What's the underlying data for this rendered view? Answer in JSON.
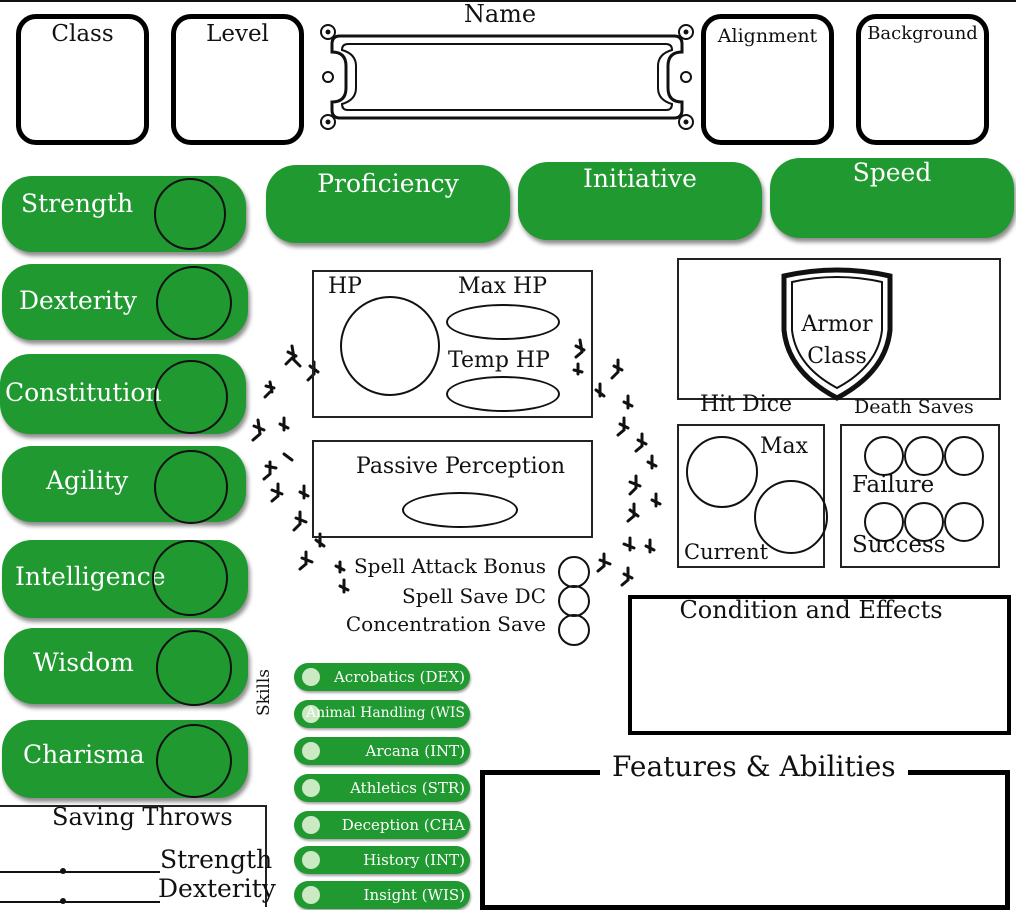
{
  "header": {
    "class_label": "Class",
    "level_label": "Level",
    "name_label": "Name",
    "alignment_label": "Alignment",
    "background_label": "Background"
  },
  "abilities": [
    {
      "label": "Strength"
    },
    {
      "label": "Dexterity"
    },
    {
      "label": "Constitution"
    },
    {
      "label": "Agility"
    },
    {
      "label": "Intelligence"
    },
    {
      "label": "Wisdom"
    },
    {
      "label": "Charisma"
    }
  ],
  "stats": {
    "proficiency": "Proficiency",
    "initiative": "Initiative",
    "speed": "Speed"
  },
  "hp": {
    "hp_label": "HP",
    "max_hp_label": "Max HP",
    "temp_hp_label": "Temp HP",
    "passive_perception_label": "Passive Perception"
  },
  "spell": {
    "attack_bonus": "Spell Attack Bonus",
    "save_dc": "Spell Save DC",
    "concentration": "Concentration Save"
  },
  "armor": {
    "line1": "Armor",
    "line2": "Class"
  },
  "hit_dice": {
    "title": "Hit Dice",
    "max": "Max",
    "current": "Current"
  },
  "death_saves": {
    "title": "Death Saves",
    "failure": "Failure",
    "success": "Success"
  },
  "conditions": {
    "title": "Condition and Effects"
  },
  "features": {
    "title": "Features & Abilities"
  },
  "skills": {
    "title": "Skills",
    "items": [
      {
        "label": "Acrobatics (DEX)"
      },
      {
        "label": "Animal Handling (WIS"
      },
      {
        "label": "Arcana (INT)"
      },
      {
        "label": "Athletics (STR)"
      },
      {
        "label": "Deception (CHA"
      },
      {
        "label": "History (INT)"
      },
      {
        "label": "Insight (WIS)"
      }
    ]
  },
  "saving_throws": {
    "title": "Saving Throws",
    "items": [
      {
        "label": "Strength"
      },
      {
        "label": "Dexterity"
      }
    ]
  }
}
